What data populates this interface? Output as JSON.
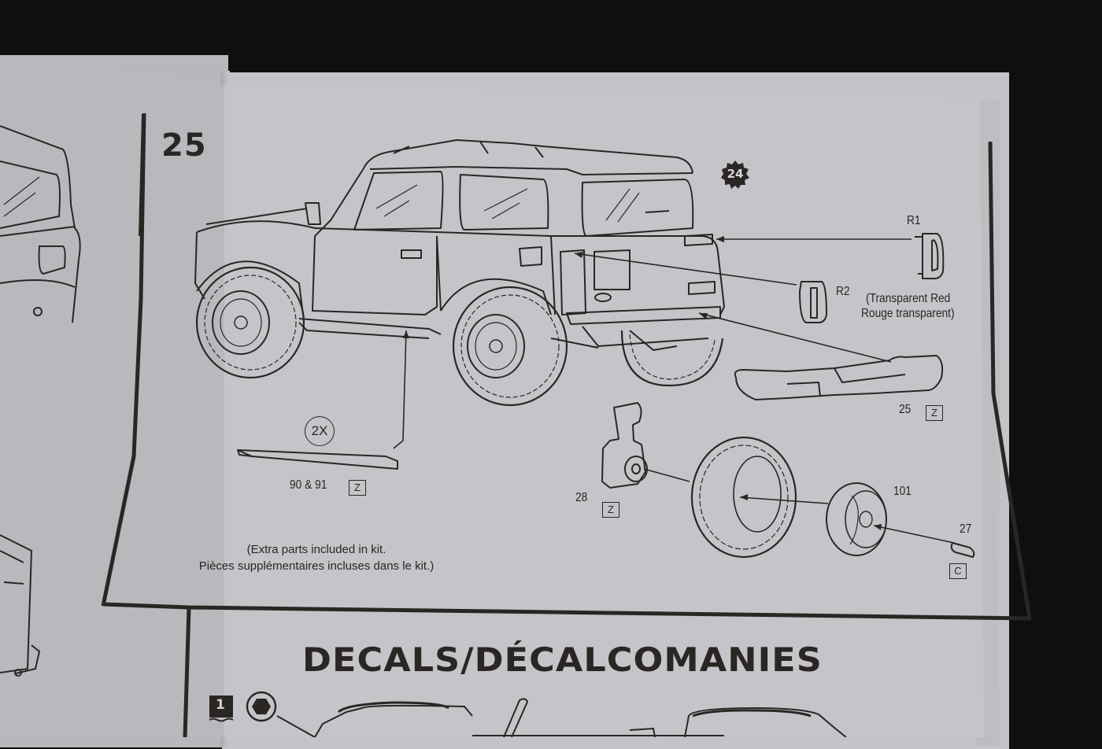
{
  "document": {
    "type": "model-kit-instruction-sheet",
    "background_color": "#0f0f10",
    "paper_color": "#c4c3c7",
    "ink_color": "#2a2624"
  },
  "step": {
    "number": "25",
    "reference_badge": "24",
    "callouts": {
      "r1": "R1",
      "r2": "R2",
      "transparent_note_line1": "(Transparent Red",
      "transparent_note_line2": "Rouge transparent)",
      "bumper_part": "25",
      "bumper_code": "Z",
      "step_rail_qty": "2X",
      "step_rail_parts": "90 & 91",
      "step_rail_code": "Z",
      "spare_mount_part": "28",
      "spare_mount_code": "Z",
      "wheel_part": "101",
      "hub_part": "27",
      "hub_code": "C"
    },
    "extra_parts_note_line1": "(Extra parts included in kit.",
    "extra_parts_note_line2": "Pièces supplémentaires incluses dans le kit.)"
  },
  "decals": {
    "title": "DECALS/DÉCALCOMANIES",
    "first_item_number": "1"
  }
}
